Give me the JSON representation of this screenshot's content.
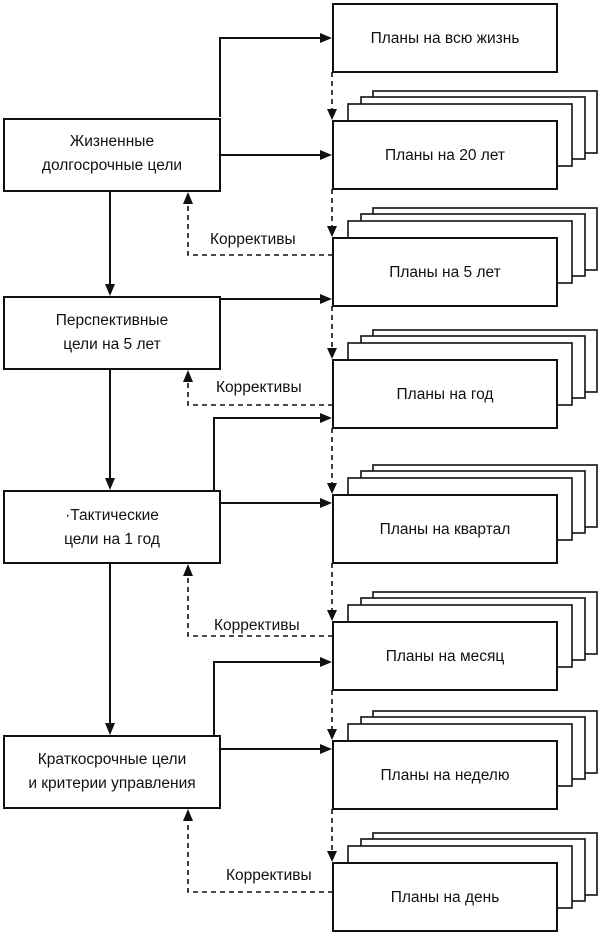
{
  "goals": [
    {
      "line1": "Жизненные",
      "line2": "долгосрочные цели"
    },
    {
      "line1": "Перспективные",
      "line2": "цели на 5 лет"
    },
    {
      "line1": "·Тактические",
      "line2": "цели на 1 год"
    },
    {
      "line1": "Краткосрочные цели",
      "line2": "и критерии управления"
    }
  ],
  "plans": [
    "Планы на всю жизнь",
    "Планы на 20 лет",
    "Планы на 5 лет",
    "Планы на год",
    "Планы на квартал",
    "Планы на месяц",
    "Планы на неделю",
    "Планы на день"
  ],
  "corrections": [
    "Коррективы",
    "Коррективы",
    "Коррективы",
    "Коррективы"
  ]
}
